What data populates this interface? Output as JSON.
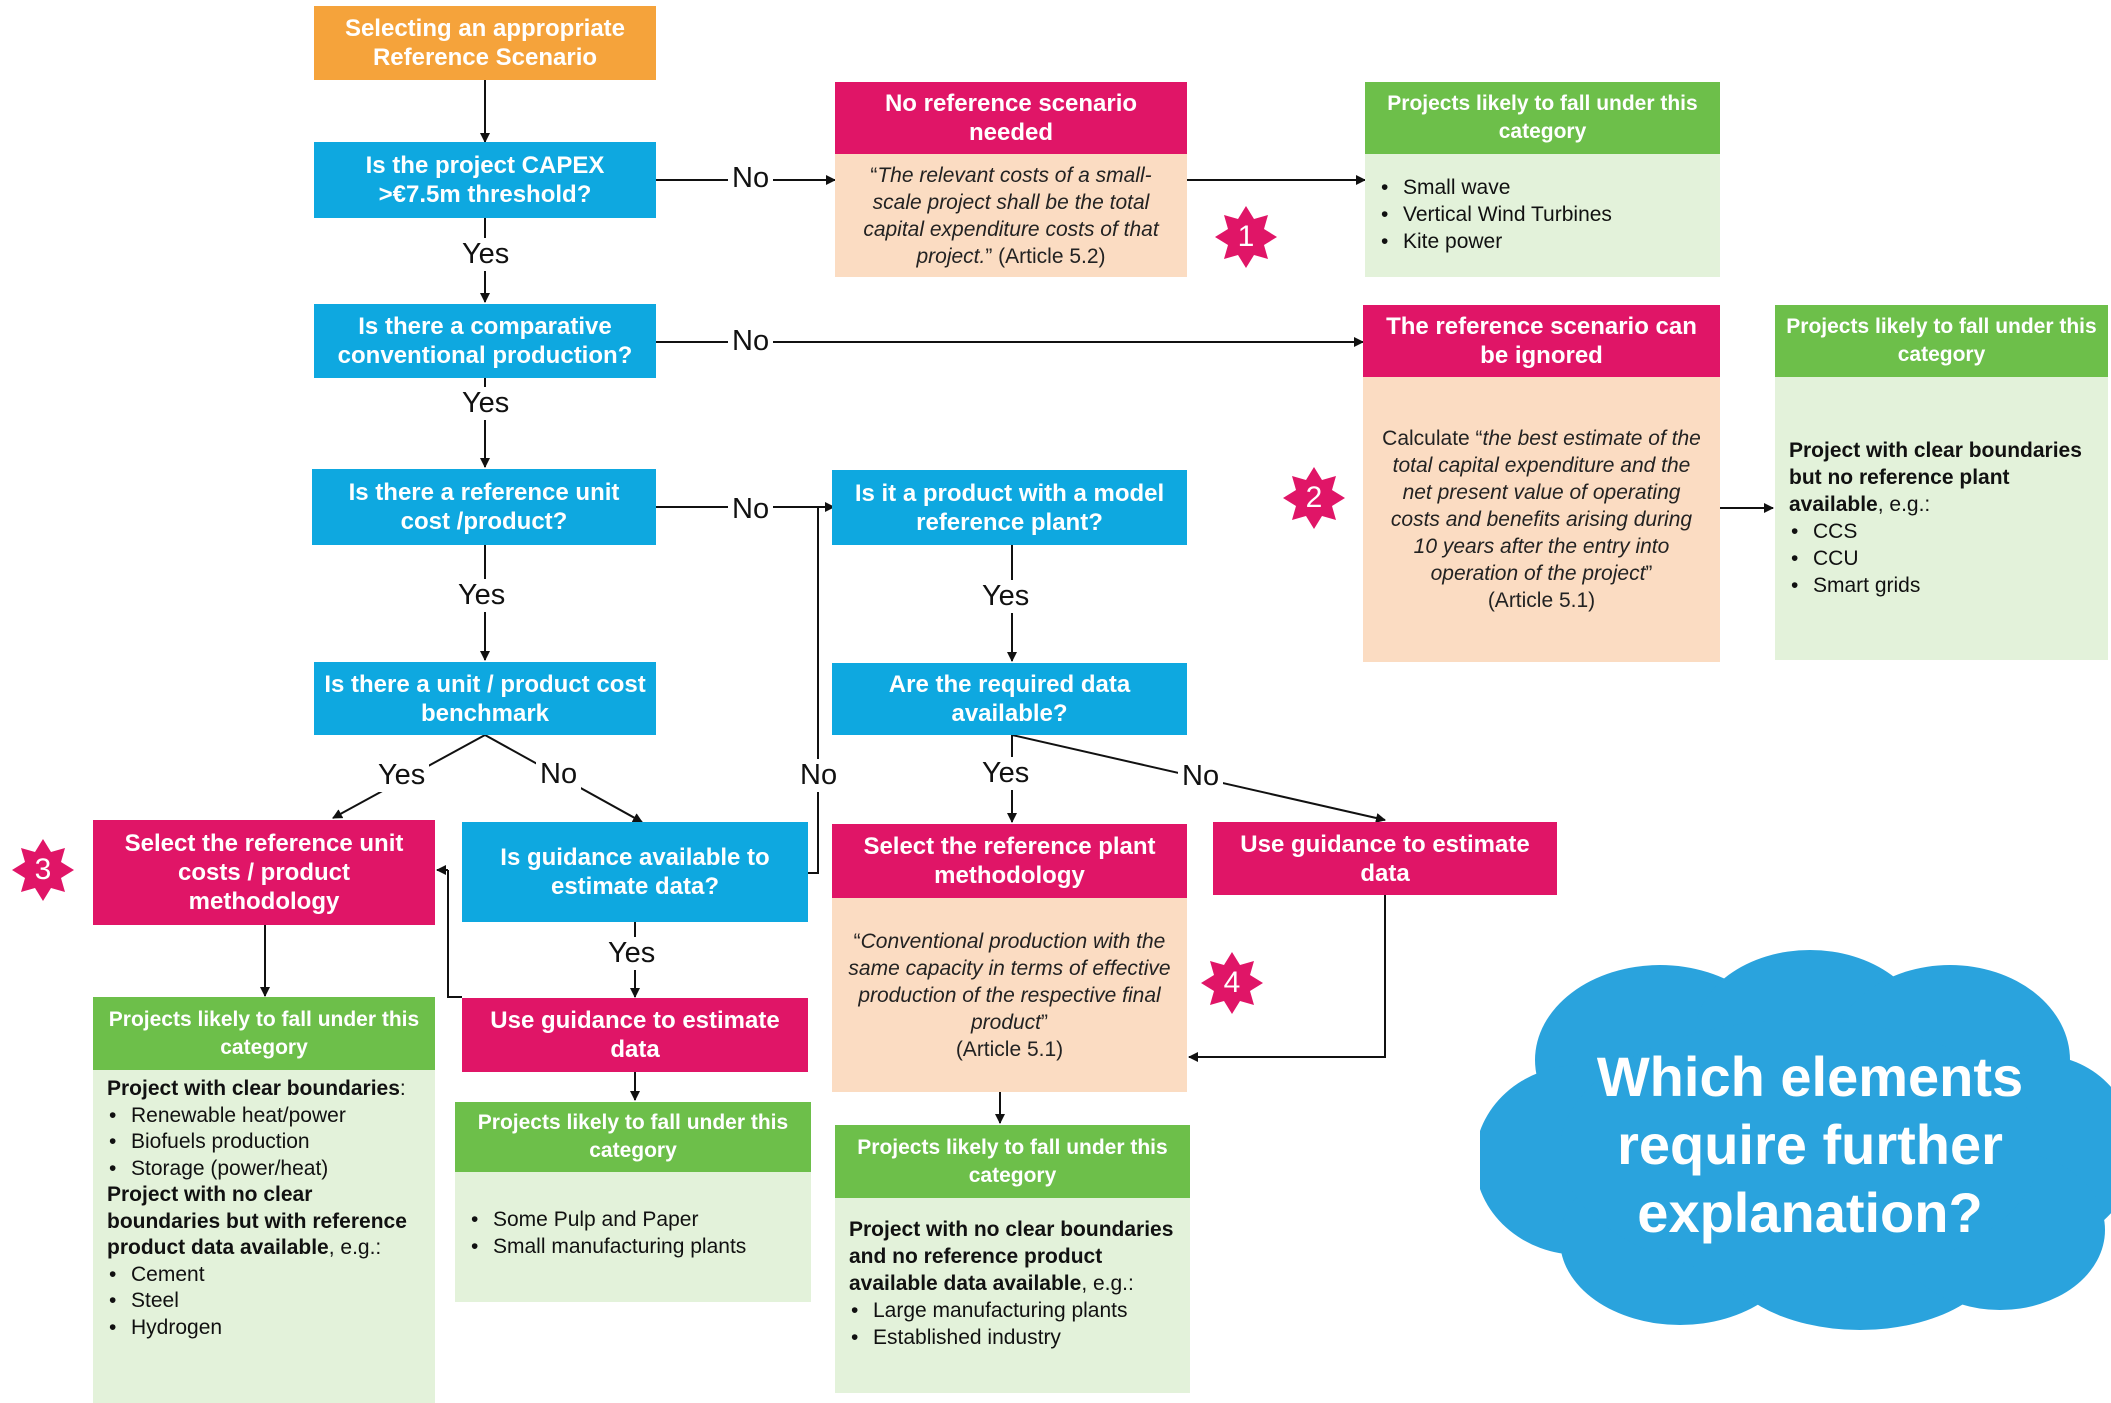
{
  "colors": {
    "orange": "#f5a33b",
    "blue": "#0ea8e0",
    "pink": "#e01567",
    "green": "#6dbf4a",
    "peach": "#fbdcc2",
    "light_green": "#e3f2da",
    "cloud": "#2aa3dd"
  },
  "start": "Selecting an appropriate Reference Scenario",
  "q_capex": "Is the project CAPEX >€7.5m threshold?",
  "q_comparative": "Is there a comparative conventional production?",
  "q_unit_cost": "Is there a reference unit cost /product?",
  "q_benchmark": "Is there a unit / product cost benchmark",
  "q_model_plant": "Is it a product with a model reference plant?",
  "q_data_available": "Are the required data available?",
  "q_guidance": "Is guidance available to estimate data?",
  "labels": {
    "yes": "Yes",
    "no": "No"
  },
  "no_ref": {
    "title": "No reference scenario needed",
    "quote": "The relevant costs of a small-scale project shall be the total capital expenditure costs of that project.",
    "article": "(Article 5.2)"
  },
  "cat1": {
    "title": "Projects likely to fall under this category",
    "items": [
      "Small wave",
      "Vertical Wind Turbines",
      "Kite power"
    ]
  },
  "ignored": {
    "title": "The reference scenario can be ignored",
    "lead": "Calculate",
    "quote": "the best estimate of the total capital expenditure and the net present value of operating costs and benefits arising during 10 years after the entry into operation of the project",
    "article": "(Article 5.1)"
  },
  "cat2": {
    "title": "Projects likely to fall under this category",
    "bold": "Project with clear boundaries but no reference plant available",
    "suffix": ", e.g.:",
    "items": [
      "CCS",
      "CCU",
      "Smart grids"
    ]
  },
  "select_unit": "Select the reference unit costs / product methodology",
  "cat3": {
    "title": "Projects likely to fall under this category",
    "bold1": "Project with clear boundaries",
    "suffix1": ":",
    "items1": [
      "Renewable heat/power",
      "Biofuels production",
      "Storage (power/heat)"
    ],
    "bold2": "Project with no clear boundaries but with reference product data available",
    "suffix2": ", e.g.:",
    "items2": [
      "Cement",
      "Steel",
      "Hydrogen"
    ]
  },
  "use_guidance_left": "Use guidance to estimate data",
  "cat_pulp": {
    "title": "Projects likely to fall under this category",
    "items": [
      "Some Pulp and Paper",
      "Small manufacturing plants"
    ]
  },
  "select_plant": {
    "title": "Select the reference plant methodology",
    "quote": "Conventional production with the same capacity in terms of effective production of the respective final product",
    "article": "(Article 5.1)"
  },
  "use_guidance_right": "Use guidance to estimate data",
  "cat4": {
    "title": "Projects likely to fall under this category",
    "bold": "Project with no clear boundaries and no reference product available data available",
    "suffix": ", e.g.:",
    "items": [
      "Large manufacturing plants",
      "Established industry"
    ]
  },
  "badges": [
    "1",
    "2",
    "3",
    "4"
  ],
  "cloud_text": "Which elements require further explanation?"
}
